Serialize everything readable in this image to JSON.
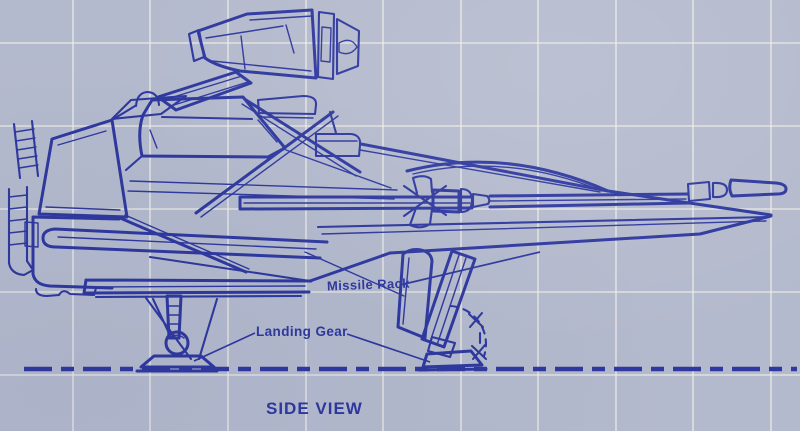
{
  "diagram": {
    "title": "SIDE VIEW",
    "subject": "spacecraft-blueprint-side-elevation",
    "callouts": [
      {
        "label": "Missile Rack"
      },
      {
        "label": "Landing Gear"
      }
    ],
    "colors": {
      "paper": "#b4bacd",
      "ink": "#2e389e",
      "grid": "#efeee5"
    }
  }
}
